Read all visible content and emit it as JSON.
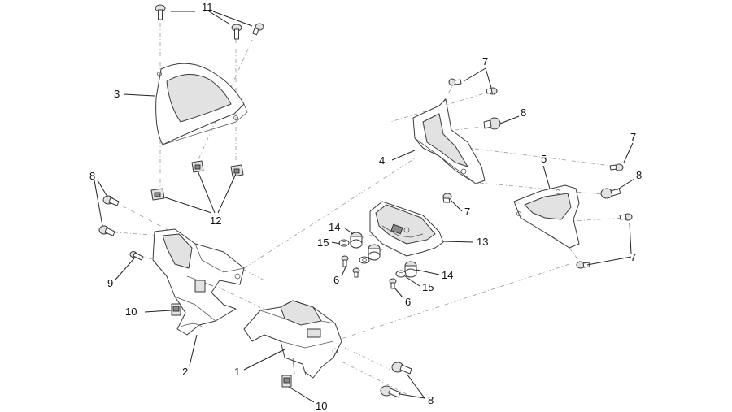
{
  "callouts": [
    {
      "key": "c11",
      "text": "11"
    },
    {
      "key": "c3",
      "text": "3"
    },
    {
      "key": "c12",
      "text": "12"
    },
    {
      "key": "c8a",
      "text": "8"
    },
    {
      "key": "c9",
      "text": "9"
    },
    {
      "key": "c10a",
      "text": "10"
    },
    {
      "key": "c2",
      "text": "2"
    },
    {
      "key": "c1",
      "text": "1"
    },
    {
      "key": "c10b",
      "text": "10"
    },
    {
      "key": "c8b",
      "text": "8"
    },
    {
      "key": "c7a",
      "text": "7"
    },
    {
      "key": "c8c",
      "text": "8"
    },
    {
      "key": "c4",
      "text": "4"
    },
    {
      "key": "c7b",
      "text": "7"
    },
    {
      "key": "c14a",
      "text": "14"
    },
    {
      "key": "c15a",
      "text": "15"
    },
    {
      "key": "c6a",
      "text": "6"
    },
    {
      "key": "c13",
      "text": "13"
    },
    {
      "key": "c14b",
      "text": "14"
    },
    {
      "key": "c15b",
      "text": "15"
    },
    {
      "key": "c6b",
      "text": "6"
    },
    {
      "key": "c5",
      "text": "5"
    },
    {
      "key": "c7c",
      "text": "7"
    },
    {
      "key": "c8d",
      "text": "8"
    },
    {
      "key": "c7d",
      "text": "7"
    }
  ]
}
